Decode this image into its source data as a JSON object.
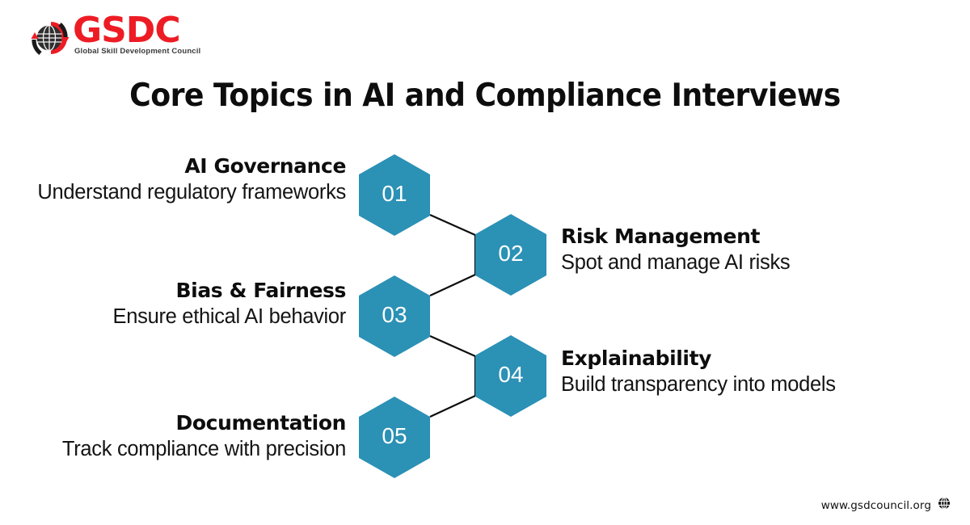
{
  "brand": {
    "logo_text": "GSDC",
    "tagline": "Global Skill Development Council",
    "logo_mark_icon": "globe-arrows-icon",
    "red": "#ED1C24",
    "teal": "#2B91B5"
  },
  "title": "Core Topics in AI and Compliance Interviews",
  "items": [
    {
      "number": "01",
      "heading": "AI Governance",
      "description": "Understand regulatory frameworks",
      "side": "left"
    },
    {
      "number": "02",
      "heading": "Risk Management",
      "description": "Spot and manage AI risks",
      "side": "right"
    },
    {
      "number": "03",
      "heading": "Bias & Fairness",
      "description": "Ensure ethical AI behavior",
      "side": "left"
    },
    {
      "number": "04",
      "heading": "Explainability",
      "description": "Build transparency into models",
      "side": "right"
    },
    {
      "number": "05",
      "heading": "Documentation",
      "description": "Track compliance with precision",
      "side": "left"
    }
  ],
  "footer": {
    "url": "www.gsdcouncil.org",
    "globe_icon": "globe-icon"
  }
}
